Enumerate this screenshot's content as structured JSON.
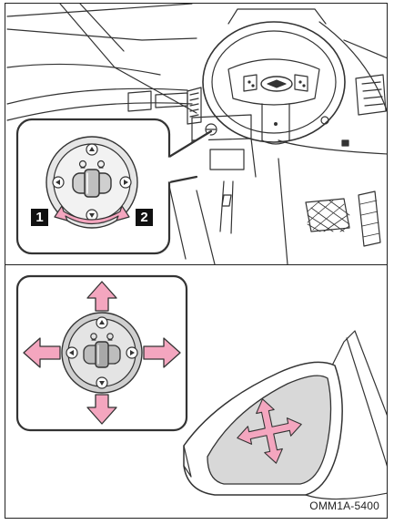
{
  "figure": {
    "code": "OMM1A-5400",
    "top_panel": {
      "step_1_label": "1",
      "step_2_label": "2"
    },
    "colors": {
      "arrow_fill": "#f4a6bf",
      "arrow_stroke": "#333333",
      "mirror_glass": "#d8d8d8",
      "switch_grey": "#bfbfbf",
      "line": "#333333"
    },
    "icons": [
      "steering-wheel-icon",
      "mirror-switch-icon",
      "door-mirror-icon",
      "move-arrows-icon"
    ]
  }
}
